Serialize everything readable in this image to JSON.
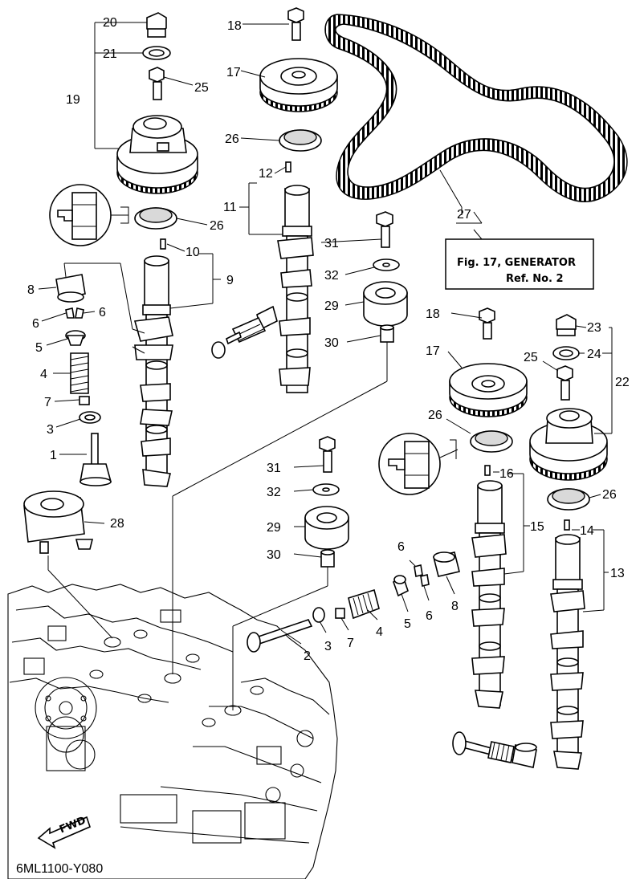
{
  "diagram_code": "6ML1100-Y080",
  "reference_box": {
    "line1": "Fig. 17, GENERATOR",
    "line2": "Ref. No. 2"
  },
  "fwd_label": "FWD",
  "callouts": {
    "c20": "20",
    "c21": "21",
    "c19": "19",
    "c25a": "25",
    "c26a": "26",
    "c18a": "18",
    "c17a": "17",
    "c26b": "26",
    "c12": "12",
    "c11": "11",
    "c27": "27",
    "c10": "10",
    "c9": "9",
    "c8a": "8",
    "c6a": "6",
    "c6b": "6",
    "c5a": "5",
    "c4a": "4",
    "c7a": "7",
    "c3a": "3",
    "c1": "1",
    "c31a": "31",
    "c32a": "32",
    "c29a": "29",
    "c30a": "30",
    "c18b": "18",
    "c17b": "17",
    "c23": "23",
    "c24": "24",
    "c25b": "25",
    "c22": "22",
    "c26c": "26",
    "c26d": "26",
    "c16": "16",
    "c15": "15",
    "c14": "14",
    "c13": "13",
    "c28": "28",
    "c31b": "31",
    "c32b": "32",
    "c29b": "29",
    "c30b": "30",
    "c6c": "6",
    "c6d": "6",
    "c8b": "8",
    "c4b": "4",
    "c5b": "5",
    "c2": "2",
    "c3b": "3",
    "c7b": "7"
  }
}
